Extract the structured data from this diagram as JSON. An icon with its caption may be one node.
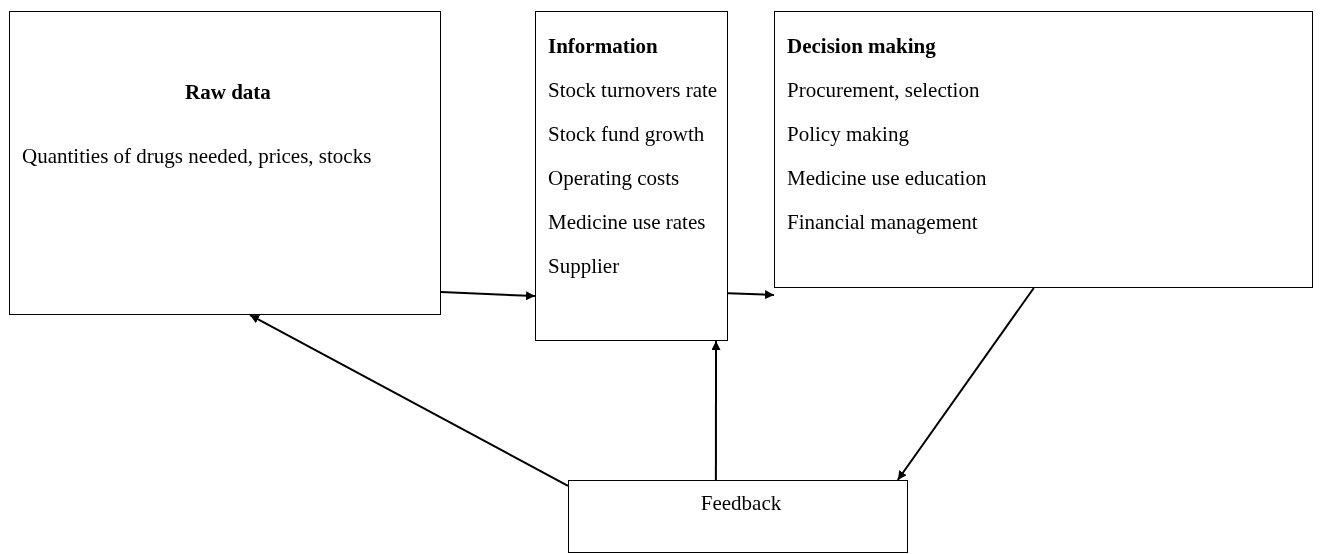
{
  "diagram": {
    "nodes": [
      {
        "text": [
          "Raw data",
          "Quantities of drugs needed, prices, stocks"
        ]
      },
      {
        "text": [
          "Information",
          "Stock turnovers rate",
          "Stock fund growth",
          "Operating costs",
          "Medicine use rates",
          "Supplier"
        ]
      },
      {
        "text": [
          "Decision making",
          "Procurement, selection",
          "Policy making",
          "Medicine use education",
          "Financial management"
        ]
      },
      {
        "text": [
          "Feedback"
        ]
      }
    ],
    "edges": [
      {
        "from": 0,
        "to": 1,
        "arrow": "to"
      },
      {
        "from": 1,
        "to": 2,
        "arrow": "to"
      },
      {
        "from": 2,
        "to": 3,
        "arrow": "to"
      },
      {
        "from": 3,
        "to": 1,
        "arrow": "to"
      },
      {
        "from": 3,
        "to": 0,
        "arrow": "to"
      }
    ]
  }
}
